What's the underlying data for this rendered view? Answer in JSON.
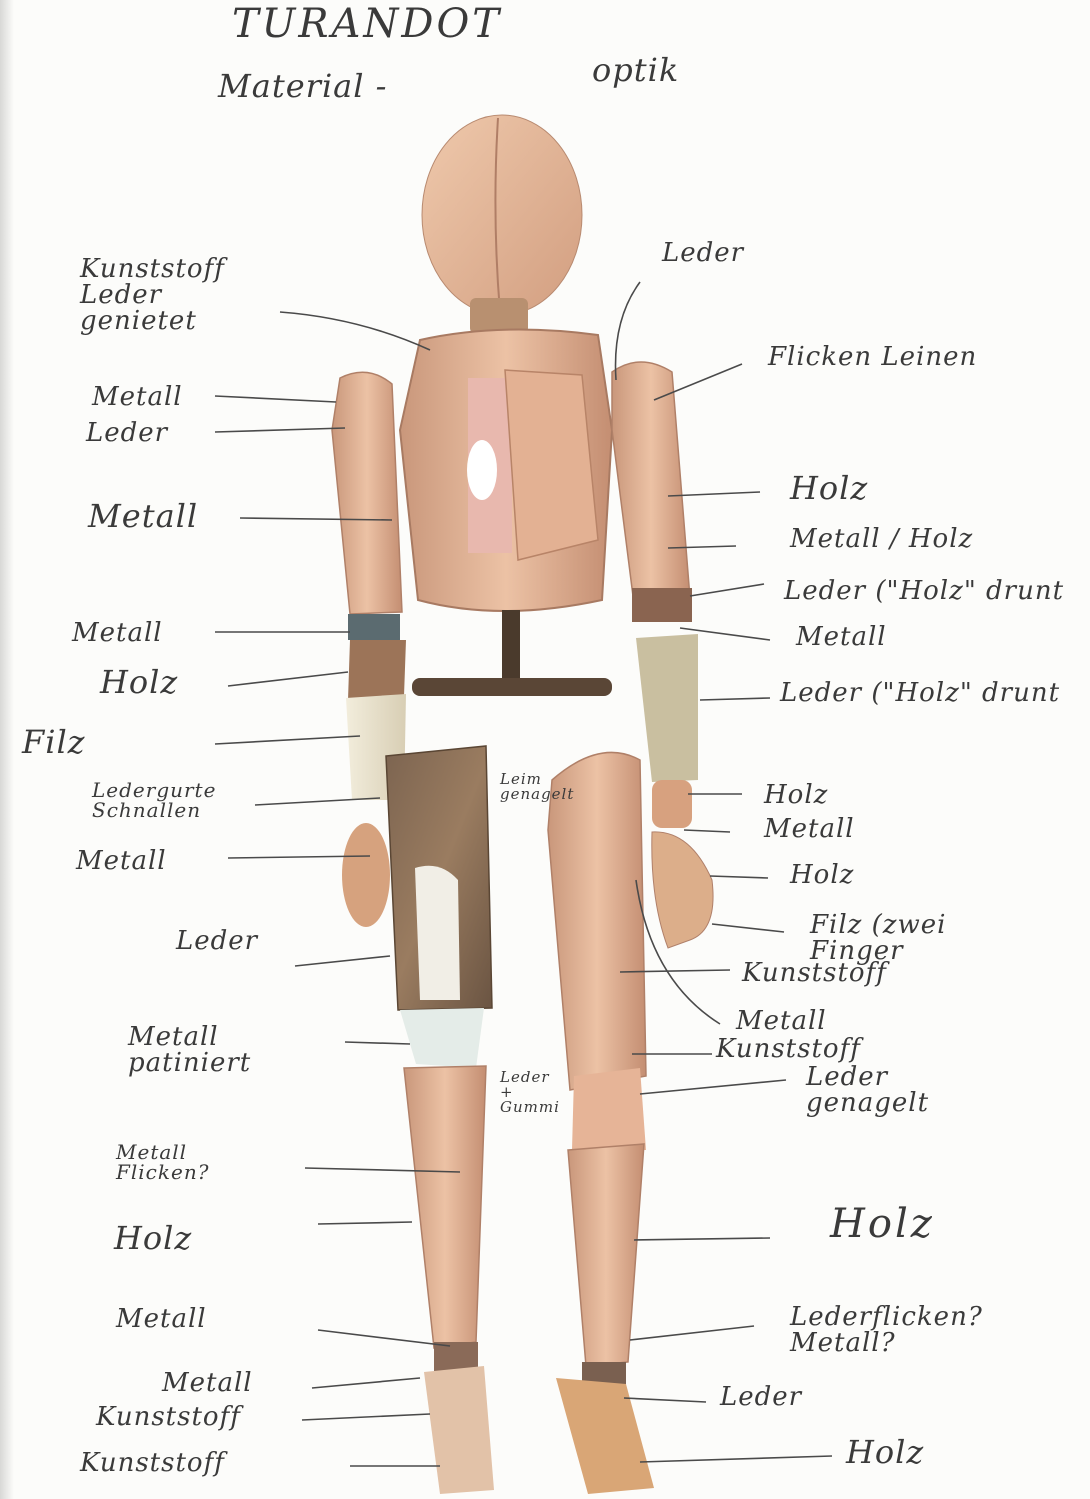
{
  "header": {
    "title": "TURANDOT",
    "subtitle_left": "Material -",
    "subtitle_right": "optik"
  },
  "labels": {
    "kunststoff_leder": "Kunststoff\nLeder\ngenietet",
    "metall_top": "Metall",
    "leder_top": "Leder",
    "metall_upperarm": "Metall",
    "metall_elbow": "Metall",
    "holz_forearm": "Holz",
    "filz_left": "Filz",
    "ledergurte": "Ledergurte\nSchnallen",
    "metall_hand": "Metall",
    "leder_thigh": "Leder",
    "metall_patiniert": "Metall\npatiniert",
    "metall_flicken": "Metall\nFlicken?",
    "holz_shin": "Holz",
    "metall_ankle": "Metall",
    "metall_foot": "Metall",
    "kunststoff_foot1": "Kunststoff",
    "kunststoff_foot2": "Kunststoff",
    "leder_shoulder": "Leder",
    "flicken_leinen": "Flicken Leinen",
    "holz_upperarm": "Holz",
    "metall_holz": "Metall / Holz",
    "leder_holz_1": "Leder (\"Holz\" drunt",
    "metall_elbow_r": "Metall",
    "leder_holz_2": "Leder (\"Holz\" drunt",
    "leim_genagelt": "Leim\ngenagelt",
    "holz_wrist": "Holz",
    "metall_wrist": "Metall",
    "holz_hand": "Holz",
    "filz_finger": "Filz (zwei\nFinger",
    "kunststoff_thigh": "Kunststoff",
    "metall_thigh": "Metall",
    "kunststoff_knee": "Kunststoff",
    "leder_gummi": "Leder\n+\nGummi",
    "leder_genagelt": "Leder\ngenagelt",
    "holz_shin_r": "Holz",
    "lederflicken": "Lederflicken?\nMetall?",
    "leder_ankle_r": "Leder",
    "holz_foot_r": "Holz"
  },
  "colors": {
    "ink": "#3a3a3a",
    "paper": "#fcfcfa",
    "wood": "#e2b597",
    "wood_dark": "#c8937a",
    "leather": "#8a6a50",
    "felt": "#ece6d2",
    "metal": "#5a4a3a"
  }
}
